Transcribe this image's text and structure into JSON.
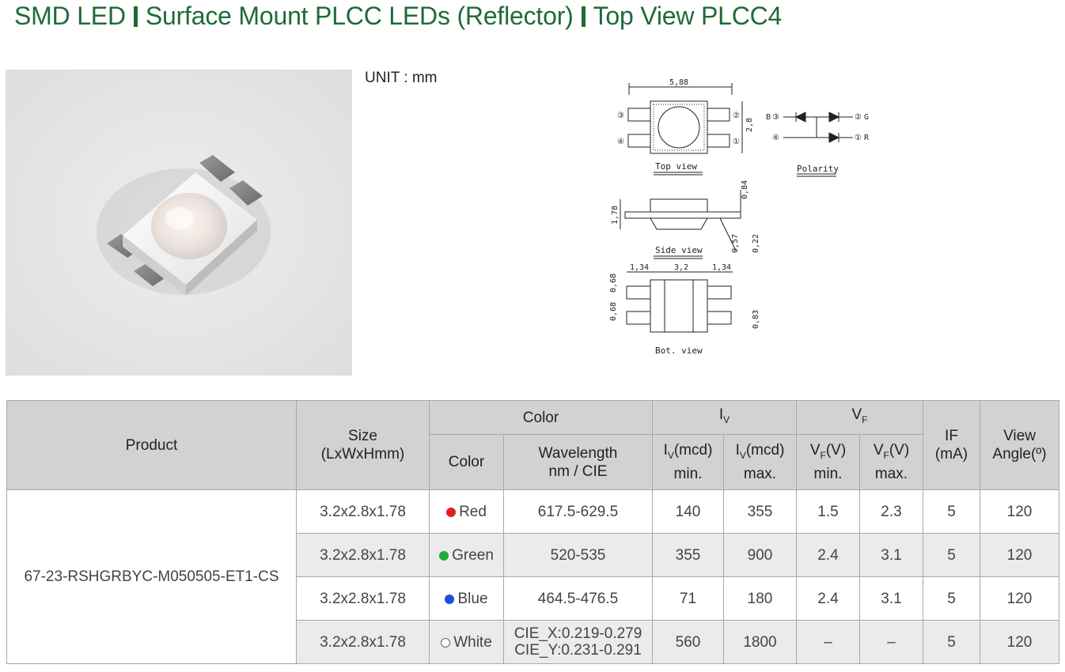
{
  "page": {
    "title_parts": [
      "SMD LED",
      "Surface Mount PLCC LEDs (Reflector)",
      "Top View PLCC4"
    ],
    "unit": "UNIT : mm",
    "accent_color": "#1f6a3a"
  },
  "drawing": {
    "top_view_label": "Top view",
    "polarity_label": "Polarity",
    "side_view_label": "Side view",
    "bot_view_label": "Bot. view",
    "dims": {
      "length": "5,88",
      "width": "2,8",
      "side_height": "1,78",
      "side_top": "0,84",
      "side_a": "0,57",
      "side_b": "0,22",
      "bot_left": "1,34",
      "bot_mid": "3,2",
      "bot_right": "1,34",
      "bot_pad1": "0,68",
      "bot_pad2": "0,68",
      "bot_right_v": "0,83"
    },
    "pins": {
      "p1": "①",
      "p2": "②",
      "p3": "③",
      "p4": "④",
      "b": "B",
      "g": "G",
      "r": "R"
    }
  },
  "table": {
    "headers": {
      "product": "Product",
      "size": "Size",
      "size_unit": "(LxWxHmm)",
      "color_group": "Color",
      "color": "Color",
      "wavelength": "Wavelength",
      "wavelength_unit": "nm / CIE",
      "iv": "I",
      "iv_sub": "V",
      "vf": "V",
      "vf_sub": "F",
      "iv_min_1": "I",
      "iv_min_sub": "V",
      "iv_min_2": "(mcd)",
      "iv_min_3": "min.",
      "iv_max_1": "I",
      "iv_max_sub": "V",
      "iv_max_2": "(mcd)",
      "iv_max_3": "max.",
      "vf_min_1": "V",
      "vf_min_sub": "F",
      "vf_min_2": "(V)",
      "vf_min_3": "min.",
      "vf_max_1": "V",
      "vf_max_sub": "F",
      "vf_max_2": "(V)",
      "vf_max_3": "max.",
      "if": "IF",
      "if_unit": "(mA)",
      "view": "View",
      "view_unit": "Angle(º)"
    },
    "product": "67-23-RSHGRBYC-M050505-ET1-CS",
    "rows": [
      {
        "size": "3.2x2.8x1.78",
        "color": "Red",
        "dot": "#e02020",
        "wl": "617.5-629.5",
        "wl2": "",
        "iv_min": "140",
        "iv_max": "355",
        "vf_min": "1.5",
        "vf_max": "2.3",
        "if": "5",
        "angle": "120"
      },
      {
        "size": "3.2x2.8x1.78",
        "color": "Green",
        "dot": "#1faa3a",
        "wl": "520-535",
        "wl2": "",
        "iv_min": "355",
        "iv_max": "900",
        "vf_min": "2.4",
        "vf_max": "3.1",
        "if": "5",
        "angle": "120"
      },
      {
        "size": "3.2x2.8x1.78",
        "color": "Blue",
        "dot": "#1c4fd8",
        "wl": "464.5-476.5",
        "wl2": "",
        "iv_min": "71",
        "iv_max": "180",
        "vf_min": "2.4",
        "vf_max": "3.1",
        "if": "5",
        "angle": "120"
      },
      {
        "size": "3.2x2.8x1.78",
        "color": "White",
        "dot": "#ffffff",
        "wl": "CIE_X:0.219-0.279",
        "wl2": "CIE_Y:0.231-0.291",
        "iv_min": "560",
        "iv_max": "1800",
        "vf_min": "–",
        "vf_max": "–",
        "if": "5",
        "angle": "120"
      }
    ]
  }
}
